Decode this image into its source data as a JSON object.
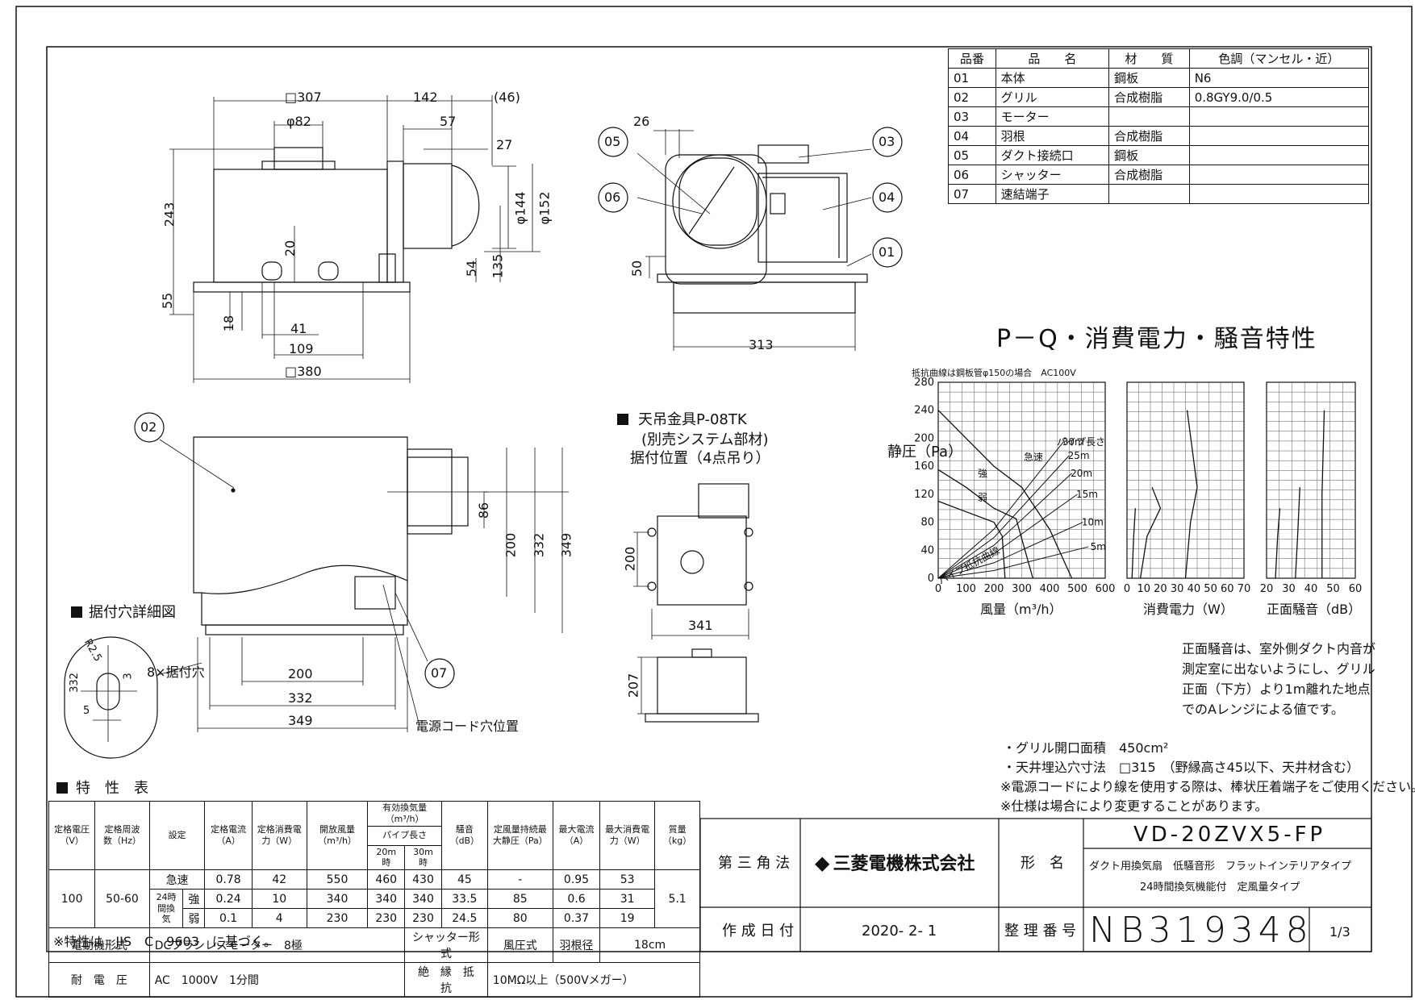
{
  "parts_table": {
    "headers": [
      "品番",
      "品　　名",
      "材　　質",
      "色調（マンセル・近）"
    ],
    "rows": [
      [
        "01",
        "本体",
        "鋼板",
        "N6"
      ],
      [
        "02",
        "グリル",
        "合成樹脂",
        "0.8GY9.0/0.5"
      ],
      [
        "03",
        "モーター",
        "",
        ""
      ],
      [
        "04",
        "羽根",
        "合成樹脂",
        ""
      ],
      [
        "05",
        "ダクト接続口",
        "鋼板",
        ""
      ],
      [
        "06",
        "シャッター",
        "合成樹脂",
        ""
      ],
      [
        "07",
        "速結端子",
        "",
        ""
      ]
    ]
  },
  "dims_side": {
    "sq307": "□307",
    "d142": "142",
    "d46": "(46)",
    "phi82": "φ82",
    "d57": "57",
    "d27": "27",
    "d243": "243",
    "phi144": "φ144",
    "phi152": "φ152",
    "d20": "20",
    "d54": "54",
    "d135": "135",
    "d55": "55",
    "d18": "18",
    "d41": "41",
    "d109": "109",
    "sq380": "□380"
  },
  "dims_front": {
    "d26": "26",
    "d50": "50",
    "d313": "313"
  },
  "callouts": {
    "c01": "01",
    "c02": "02",
    "c03": "03",
    "c04": "04",
    "c05": "05",
    "c06": "06",
    "c07": "07"
  },
  "dims_bottom": {
    "d86": "86",
    "d200v": "200",
    "d332v": "332",
    "d349v": "349",
    "d200": "200",
    "d332": "332",
    "d349": "349",
    "cord": "電源コード穴位置",
    "holes": "8×据付穴"
  },
  "detail": {
    "title": "据付穴詳細図",
    "r": "R2.5",
    "d332": "332",
    "d3": "3",
    "d5": "5"
  },
  "hanger": {
    "line1": "天吊金具P-08TK",
    "line2": "(別売システム部材)",
    "line3": "据付位置（4点吊り）",
    "d200": "200",
    "d341": "341",
    "d207": "207"
  },
  "chart_data": {
    "title": "P－Q・消費電力・騒音特性",
    "note": "抵抗曲線は鋼板管φ150の場合　AC100V",
    "panels": [
      {
        "type": "line",
        "xlabel": "風量（m³/h）",
        "ylabel": "静圧（Pa）",
        "xlim": [
          0,
          600
        ],
        "ylim": [
          0,
          280
        ],
        "xticks": [
          "0",
          "100",
          "200",
          "300",
          "400",
          "500",
          "600"
        ],
        "yticks": [
          "0",
          "40",
          "80",
          "120",
          "160",
          "200",
          "240",
          "280"
        ],
        "series": [
          {
            "name": "急速",
            "points": [
              [
                0,
                240
              ],
              [
                100,
                200
              ],
              [
                200,
                160
              ],
              [
                300,
                130
              ],
              [
                400,
                70
              ],
              [
                480,
                0
              ]
            ]
          },
          {
            "name": "強",
            "points": [
              [
                0,
                155
              ],
              [
                100,
                130
              ],
              [
                200,
                100
              ],
              [
                280,
                85
              ],
              [
                340,
                0
              ]
            ]
          },
          {
            "name": "弱",
            "points": [
              [
                0,
                110
              ],
              [
                100,
                95
              ],
              [
                200,
                80
              ],
              [
                230,
                60
              ],
              [
                240,
                0
              ]
            ]
          }
        ],
        "resistance": [
          {
            "name": "30m",
            "points": [
              [
                0,
                0
              ],
              [
                200,
                70
              ],
              [
                450,
                195
              ]
            ]
          },
          {
            "name": "25m",
            "points": [
              [
                0,
                0
              ],
              [
                200,
                58
              ],
              [
                470,
                175
              ]
            ]
          },
          {
            "name": "20m",
            "points": [
              [
                0,
                0
              ],
              [
                200,
                47
              ],
              [
                480,
                150
              ]
            ]
          },
          {
            "name": "15m",
            "points": [
              [
                0,
                0
              ],
              [
                200,
                35
              ],
              [
                500,
                120
              ]
            ]
          },
          {
            "name": "10m",
            "points": [
              [
                0,
                0
              ],
              [
                200,
                22
              ],
              [
                520,
                80
              ]
            ]
          },
          {
            "name": "5m",
            "points": [
              [
                0,
                0
              ],
              [
                200,
                11
              ],
              [
                540,
                45
              ]
            ]
          }
        ],
        "labels": {
          "pipe": "パイプ長さ",
          "pipe_curve": "パイプ抵抗曲線",
          "kyu": "急速",
          "kyo": "強",
          "jaku": "弱"
        }
      },
      {
        "type": "line",
        "xlabel": "消費電力（W）",
        "xlim": [
          0,
          70
        ],
        "xticks": [
          "0",
          "10",
          "20",
          "30",
          "40",
          "50",
          "60",
          "70"
        ],
        "series": [
          {
            "name": "急速",
            "points": [
              [
                35,
                0
              ],
              [
                38,
                80
              ],
              [
                42,
                130
              ],
              [
                36,
                240
              ]
            ]
          },
          {
            "name": "強",
            "points": [
              [
                8,
                0
              ],
              [
                12,
                60
              ],
              [
                20,
                100
              ],
              [
                15,
                130
              ]
            ]
          },
          {
            "name": "弱",
            "points": [
              [
                3,
                0
              ],
              [
                4,
                60
              ],
              [
                5,
                100
              ]
            ]
          }
        ]
      },
      {
        "type": "line",
        "xlabel": "正面騒音（dB）",
        "xlim": [
          20,
          60
        ],
        "xticks": [
          "20",
          "30",
          "40",
          "50",
          "60"
        ],
        "series": [
          {
            "name": "急速",
            "points": [
              [
                45,
                0
              ],
              [
                45,
                120
              ],
              [
                46,
                240
              ]
            ]
          },
          {
            "name": "強",
            "points": [
              [
                33,
                0
              ],
              [
                34,
                60
              ],
              [
                35,
                130
              ]
            ]
          },
          {
            "name": "弱",
            "points": [
              [
                24,
                0
              ],
              [
                25,
                60
              ],
              [
                26,
                100
              ]
            ]
          }
        ]
      }
    ]
  },
  "notes_right": {
    "n1": "正面騒音は、室外側ダクト内音が",
    "n2": "測定室に出ないようにし、グリル",
    "n3": "正面（下方）より1m離れた地点",
    "n4": "でのAレンジによる値です。",
    "g1": "・グリル開口面積　450cm²",
    "g2": "・天井埋込穴寸法　□315　（野縁高さ45以下、天井材含む）",
    "g3": "※電源コードにより線を使用する際は、棒状圧着端子をご使用ください。",
    "g4": "※仕様は場合により変更することがあります。"
  },
  "spec": {
    "title": "特　性　表",
    "h_volt": "定格電圧（V）",
    "h_freq": "定格周波数（Hz）",
    "h_set": "設定",
    "h_amp": "定格電流（A）",
    "h_watt": "定格消費電力（W）",
    "h_open": "開放風量（m³/h）",
    "h_eff": "有効換気量（m³/h）",
    "h_pipe": "パイプ長さ",
    "h_20": "20m時",
    "h_30": "30m時",
    "h_noise": "騒音（dB）",
    "h_press": "定風量持続最大静圧（Pa）",
    "h_maxa": "最大電流（A）",
    "h_maxw": "最大消費電力（W）",
    "h_mass": "質量（kg）",
    "volt": "100",
    "freq": "50-60",
    "mass": "5.1",
    "mode_24": "24時間換気",
    "rows": [
      [
        "急速",
        "0.78",
        "42",
        "550",
        "460",
        "430",
        "45",
        "-",
        "0.95",
        "53"
      ],
      [
        "強",
        "0.24",
        "10",
        "340",
        "340",
        "340",
        "33.5",
        "85",
        "0.6",
        "31"
      ],
      [
        "弱",
        "0.1",
        "4",
        "230",
        "230",
        "230",
        "24.5",
        "80",
        "0.37",
        "19"
      ]
    ],
    "motor_label": "電動機形式",
    "motor": "DCブラシレスモーター　8極",
    "shutter_label": "シャッター形式",
    "shutter": "風圧式",
    "blade_label": "羽根径",
    "blade": "18cm",
    "volt_label": "耐　電　圧",
    "volt_test": "AC　1000V　1分間",
    "ins_label": "絶　縁　抵　抗",
    "ins": "10MΩ以上（500Vメガー）",
    "foot": "※特性は　JIS　C　9603　に基づく。"
  },
  "title_block": {
    "method": "第 三 角 法",
    "company": "三菱電機株式会社",
    "form_label": "形　名",
    "model": "VD-20ZVX5-FP",
    "desc1": "ダクト用換気扇　低騒音形　フラットインテリアタイプ",
    "desc2": "24時間換気機能付　定風量タイプ",
    "date_label": "作 成 日 付",
    "date": "2020- 2- 1",
    "num_label": "整 理 番 号",
    "number": "NB319348",
    "page": "1/3"
  },
  "colors": {
    "ink": "#111111",
    "paper": "#ffffff"
  }
}
